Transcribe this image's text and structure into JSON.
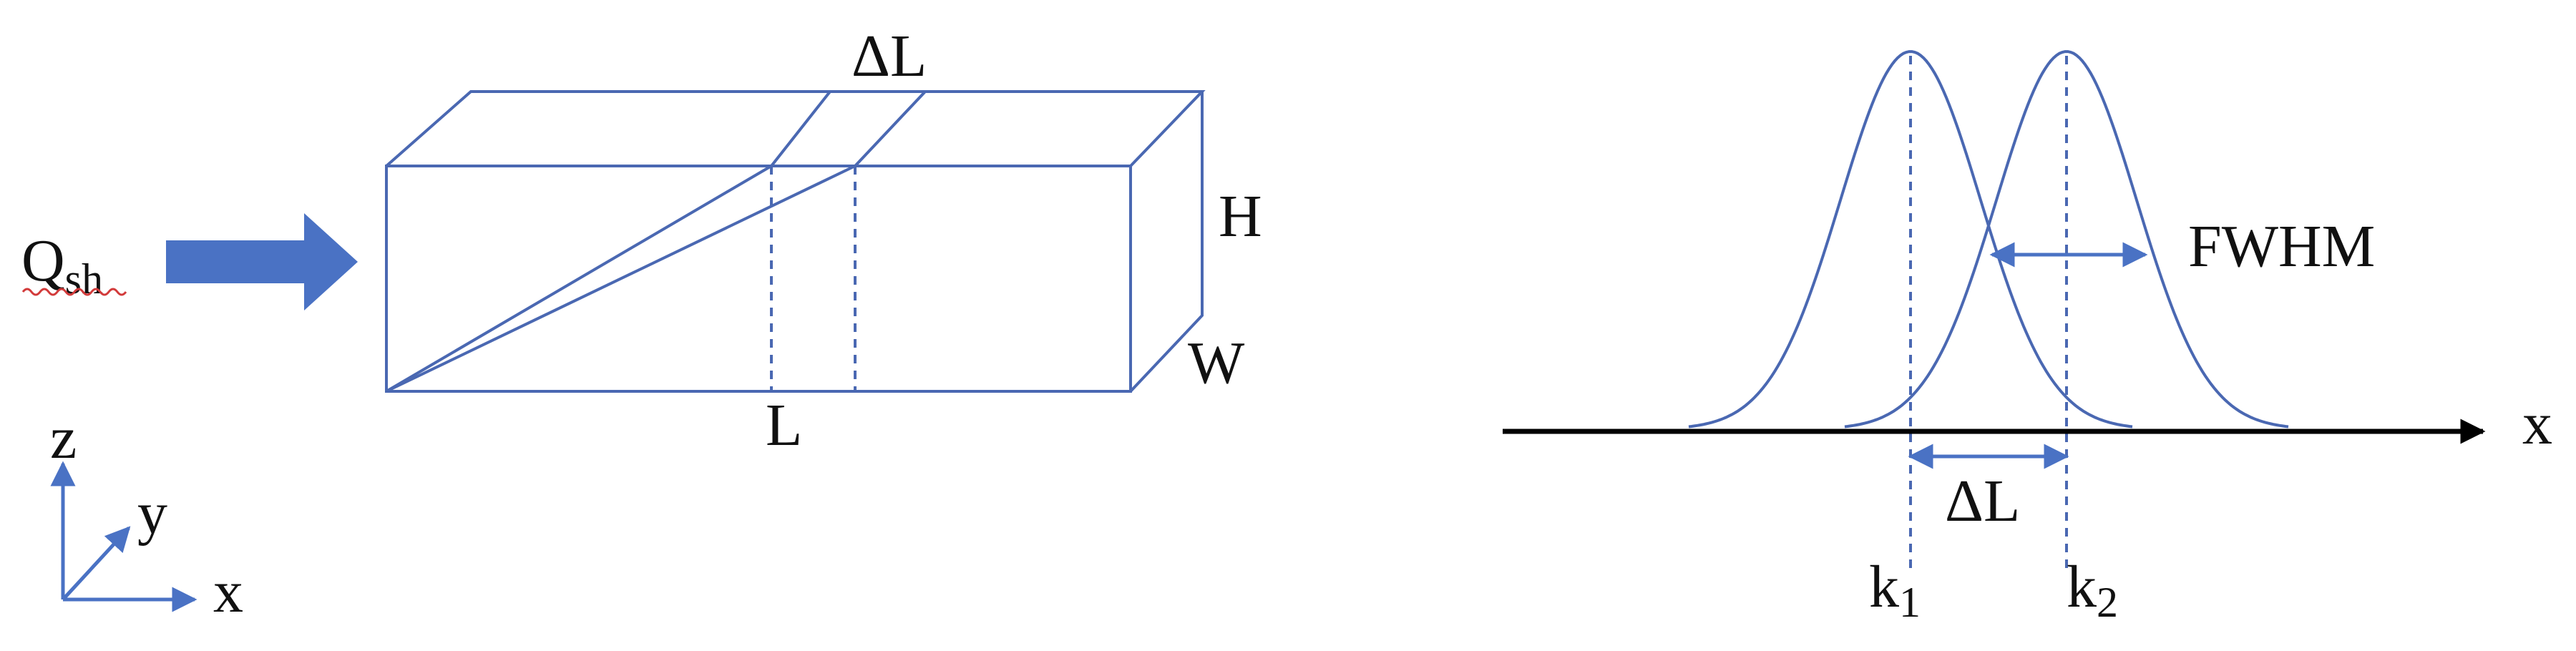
{
  "colors": {
    "line": "#4a68b2",
    "arrow_fill": "#4a72c4",
    "text": "#111111",
    "axis": "#000000",
    "squiggle": "#d23a3a"
  },
  "left": {
    "flow_label": {
      "main": "Q",
      "sub": "sh"
    },
    "delta_label": "ΔL",
    "height_label": "H",
    "width_label": "W",
    "length_label": "L",
    "axes": {
      "z": "z",
      "y": "y",
      "x": "x"
    }
  },
  "right": {
    "x_axis_label": "x",
    "fwhm_label": "FWHM",
    "delta_label": "ΔL",
    "peak1": {
      "main": "k",
      "sub": "1"
    },
    "peak2": {
      "main": "k",
      "sub": "2"
    }
  }
}
